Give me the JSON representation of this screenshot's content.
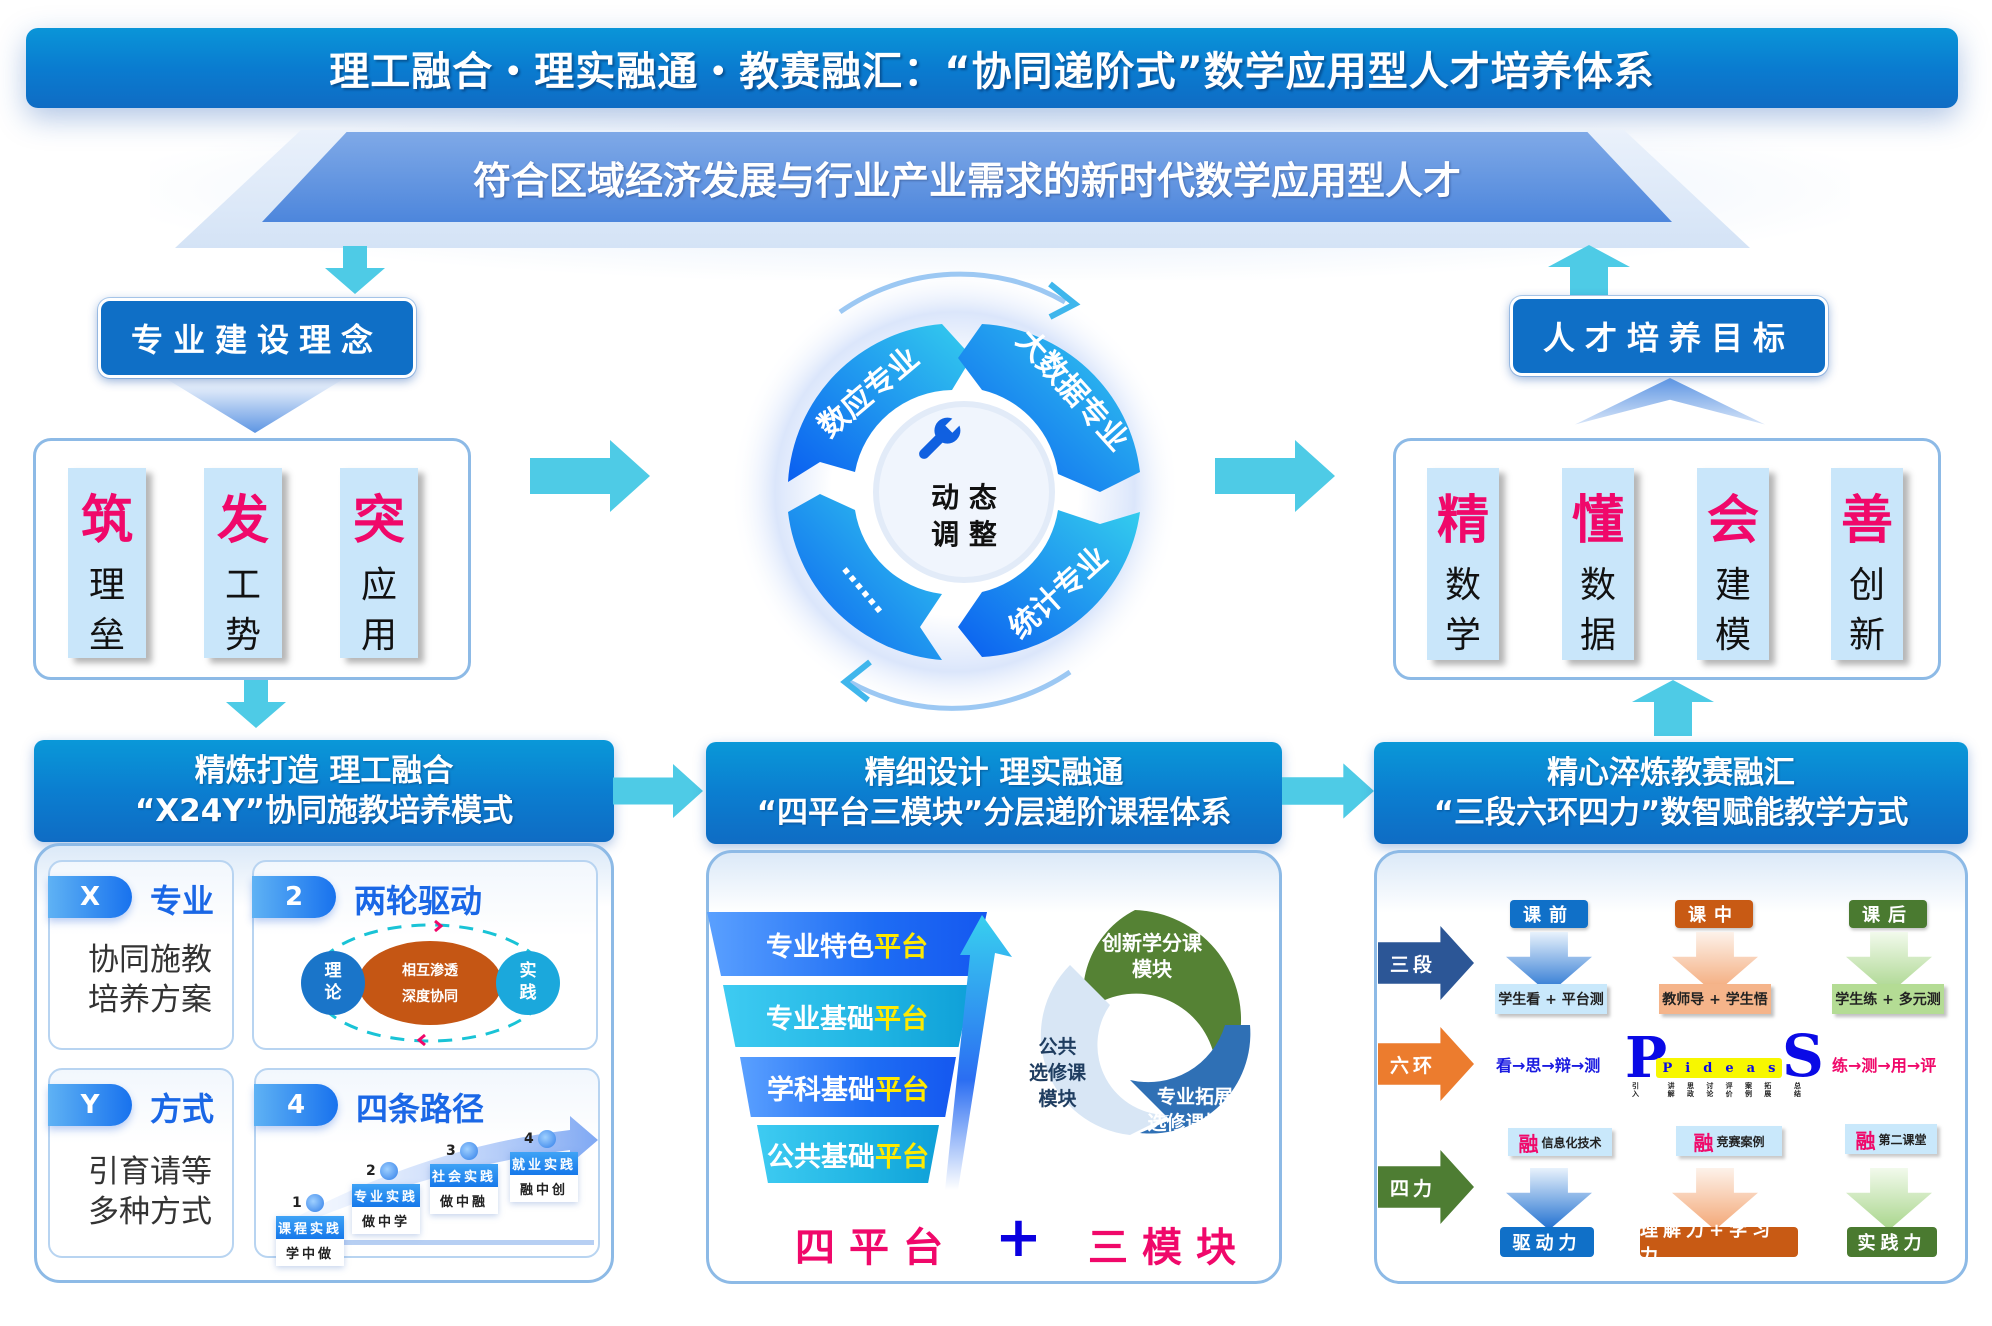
{
  "header": {
    "title": "理工融合・理实融通・教赛融汇：“协同递阶式”数学应用型人才培养体系",
    "goal_banner": "符合区域经济发展与行业产业需求的新时代数学应用型人才"
  },
  "concept": {
    "title": "专业建设理念",
    "columns": [
      {
        "key": "筑",
        "line1": "理",
        "line2": "垒"
      },
      {
        "key": "发",
        "line1": "工",
        "line2": "势"
      },
      {
        "key": "突",
        "line1": "应",
        "line2": "用"
      }
    ]
  },
  "cycle": {
    "center_line1": "动  态",
    "center_line2": "调  整",
    "center_icon": "wrench-icon",
    "segments": [
      "数应专业",
      "大数据专业",
      "统计专业",
      "……"
    ]
  },
  "target": {
    "title": "人才培养目标",
    "columns": [
      {
        "key": "精",
        "line1": "数",
        "line2": "学"
      },
      {
        "key": "懂",
        "line1": "数",
        "line2": "据"
      },
      {
        "key": "会",
        "line1": "建",
        "line2": "模"
      },
      {
        "key": "善",
        "line1": "创",
        "line2": "新"
      }
    ]
  },
  "panel_left": {
    "header_line1": "精炼打造 理工融合",
    "header_line2": "“X24Y”协同施教培养模式",
    "x_card": {
      "tag": "X",
      "title": "专业",
      "body_line1": "协同施教",
      "body_line2": "培养方案"
    },
    "two_card": {
      "tag": "2",
      "title": "两轮驱动",
      "left": "理论",
      "right": "实践",
      "center_line1": "相互渗透",
      "center_line2": "深度协同"
    },
    "y_card": {
      "tag": "Y",
      "title": "方式",
      "body_line1": "引育请等",
      "body_line2": "多种方式"
    },
    "four_card": {
      "tag": "4",
      "title": "四条路径",
      "steps": [
        {
          "num": "1",
          "name": "课程实践",
          "motto": "学中做"
        },
        {
          "num": "2",
          "name": "专业实践",
          "motto": "做中学"
        },
        {
          "num": "3",
          "name": "社会实践",
          "motto": "做中融"
        },
        {
          "num": "4",
          "name": "就业实践",
          "motto": "融中创"
        }
      ]
    }
  },
  "panel_mid": {
    "header_line1": "精细设计 理实融通",
    "header_line2": "“四平台三模块”分层递阶课程体系",
    "platforms": [
      {
        "prefix": "专业特色",
        "suffix": "平台"
      },
      {
        "prefix": "专业基础",
        "suffix": "平台"
      },
      {
        "prefix": "学科基础",
        "suffix": "平台"
      },
      {
        "prefix": "公共基础",
        "suffix": "平台"
      }
    ],
    "modules": {
      "green_line1": "创新学分课",
      "green_line2": "模块",
      "blue_line1": "专业拓展",
      "blue_line2": "选修课模块",
      "light_line1": "公共",
      "light_line2": "选修课",
      "light_line3": "模块"
    },
    "footer_left": "四平台",
    "footer_plus": "+",
    "footer_right": "三模块"
  },
  "panel_right": {
    "header_line1": "精心淬炼教赛融汇",
    "header_line2": "“三段六环四力”数智赋能教学方式",
    "rows": {
      "stages": "三段",
      "rings": "六环",
      "powers": "四力"
    },
    "stages": [
      {
        "label": "课前",
        "desc": "学生看 + 平台测",
        "color": "#1070c8",
        "box": "#c9e8fb"
      },
      {
        "label": "课中",
        "desc": "教师导 + 学生悟",
        "color": "#c85a14",
        "box": "#f5b48a"
      },
      {
        "label": "课后",
        "desc": "学生练 + 多元测",
        "color": "#4a7a30",
        "box": "#b4dc94"
      }
    ],
    "rings": {
      "left": "看→思→辩→测",
      "right": "练→测→用→评",
      "big_p": "P",
      "big_s": "S",
      "middle_letters": [
        "P",
        "i",
        "d",
        "e",
        "a",
        "s"
      ],
      "p_note": "引入",
      "middle_notes": [
        "讲解",
        "思政",
        "讨论",
        "评价",
        "案例",
        "拓展"
      ],
      "s_note": "总结"
    },
    "fuse": [
      {
        "mark": "融",
        "text": "信息化技术"
      },
      {
        "mark": "融",
        "text": "竞赛案例"
      },
      {
        "mark": "融",
        "text": "第二课堂"
      }
    ],
    "powers": [
      {
        "label": "驱动力",
        "color": "#1070c8"
      },
      {
        "label": "理解力+学习力",
        "color": "#c85a14"
      },
      {
        "label": "实践力",
        "color": "#4a7a30"
      }
    ]
  },
  "colors": {
    "accent_blue": "#0f6fc6",
    "accent_pink": "#f0086a",
    "arrow_cyan": "#4ecbe6"
  }
}
